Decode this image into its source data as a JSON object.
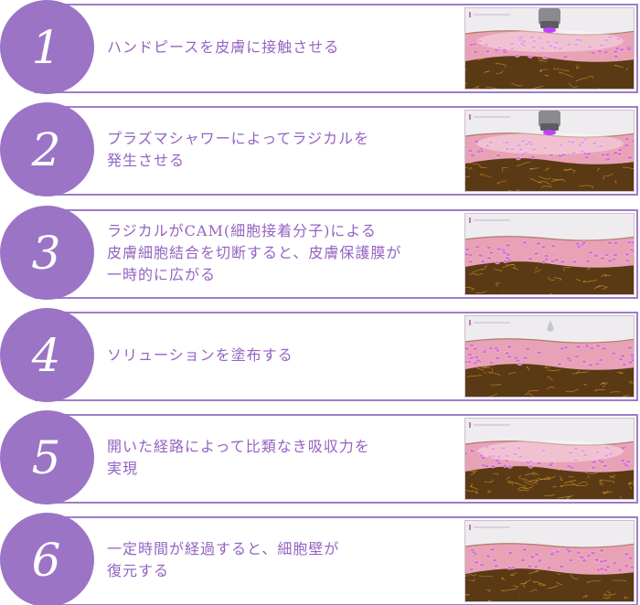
{
  "steps": [
    {
      "number": "1",
      "text": "ハンドピースを皮膚に接触させる",
      "handpiece": true,
      "glow": true,
      "drop": false,
      "absorb": false
    },
    {
      "number": "2",
      "text": "プラズマシャワーによってラジカルを\n発生させる",
      "handpiece": true,
      "glow": true,
      "drop": false,
      "absorb": false
    },
    {
      "number": "3",
      "text": "ラジカルがCAM(細胞接着分子)による\n皮膚細胞結合を切断すると、皮膚保護膜が\n一時的に広がる",
      "handpiece": false,
      "glow": false,
      "drop": false,
      "absorb": false
    },
    {
      "number": "4",
      "text": "ソリューションを塗布する",
      "handpiece": false,
      "glow": false,
      "drop": true,
      "absorb": false
    },
    {
      "number": "5",
      "text": "開いた経路によって比類なき吸収力を\n実現",
      "handpiece": false,
      "glow": true,
      "drop": false,
      "absorb": true
    },
    {
      "number": "6",
      "text": "一定時間が経過すると、細胞壁が\n復元する",
      "handpiece": false,
      "glow": false,
      "drop": false,
      "absorb": false
    }
  ],
  "colors": {
    "accent": "#9b74c6",
    "text": "#9563c2",
    "border": "#9f7cc9",
    "skin": "#e8a2b5",
    "cell": "#d774c6",
    "dermis": "#5a3a14",
    "fiber": "#e0a030"
  }
}
